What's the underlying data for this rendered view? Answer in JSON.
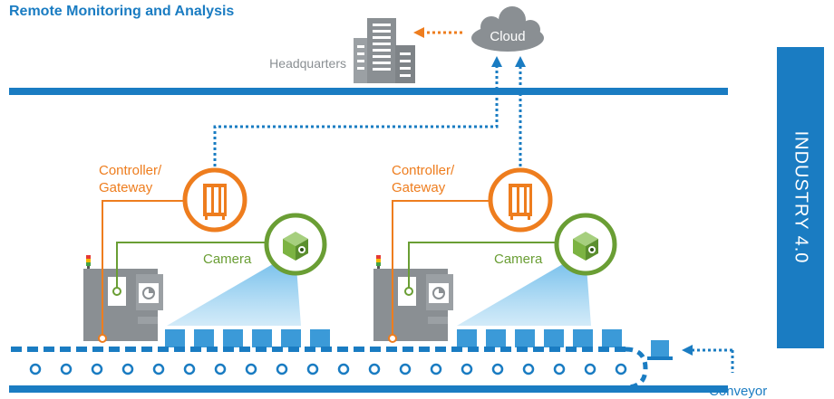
{
  "header": {
    "title": "Remote Monitoring and Analysis"
  },
  "labels": {
    "headquarters": "Headquarters",
    "cloud": "Cloud",
    "controller_line1": "Controller/",
    "controller_line2": "Gateway",
    "camera": "Camera",
    "conveyor": "Conveyor"
  },
  "side_panel": {
    "label": "INDUSTRY 4.0"
  },
  "colors": {
    "blue": "#1a7cc2",
    "orange": "#ee7d1e",
    "green": "#6a9e34",
    "gray": "#8a8f93",
    "light_blue": "#3b9ad8"
  }
}
